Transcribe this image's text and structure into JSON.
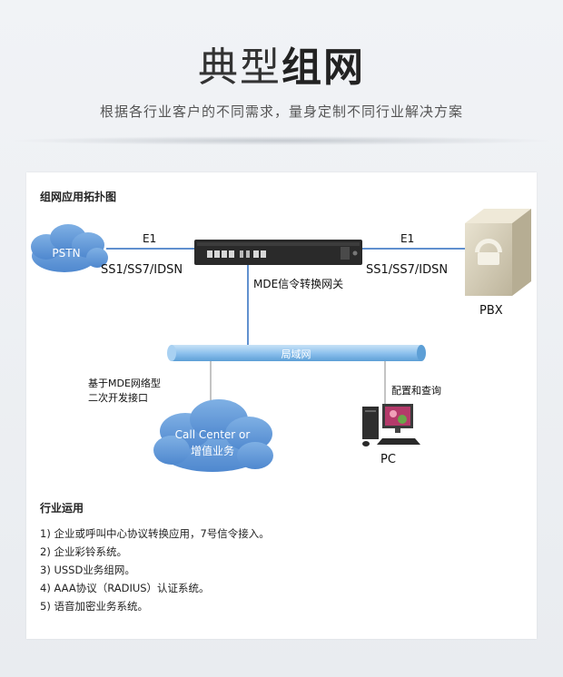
{
  "header": {
    "title_light": "典型",
    "title_bold": "组网",
    "subtitle": "根据各行业客户的不同需求，量身定制不同行业解决方案"
  },
  "diagram": {
    "section_title": "组网应用拓扑图",
    "pstn": "PSTN",
    "left_e1": "E1",
    "left_protocol": "SS1/SS7/IDSN",
    "right_e1": "E1",
    "right_protocol": "SS1/SS7/IDSN",
    "gateway": "MDE信令转换网关",
    "pbx": "PBX",
    "lan": "局域网",
    "interface_line1": "基于MDE网络型",
    "interface_line2": "二次开发接口",
    "cloud_line1": "Call Center or",
    "cloud_line2": "增值业务",
    "config": "配置和查询",
    "pc": "PC"
  },
  "usage": {
    "title": "行业运用",
    "items": [
      "1) 企业或呼叫中心协议转换应用，7号信令接入。",
      "2) 企业彩铃系统。",
      "3) USSD业务组网。",
      "4) AAA协议（RADIUS）认证系统。",
      "5) 语音加密业务系统。"
    ]
  },
  "colors": {
    "cloud": "#5b97d8",
    "lan_pipe": "#8fc2ee",
    "line_blue": "#2c6cbf",
    "line_gray": "#8a8a8a",
    "device": "#2a2a2a",
    "pbx_box": "#d9d2bd"
  }
}
